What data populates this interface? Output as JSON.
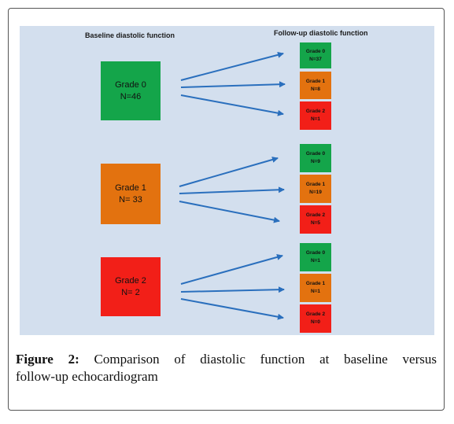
{
  "headers": {
    "baseline": "Baseline diastolic function",
    "followup": "Follow-up diastolic function"
  },
  "baseline": [
    {
      "grade": "Grade 0",
      "n": "N=46",
      "color": "#14a54a"
    },
    {
      "grade": "Grade 1",
      "n": "N= 33",
      "color": "#e3720f"
    },
    {
      "grade": "Grade 2",
      "n": "N= 2",
      "color": "#f21f18"
    }
  ],
  "followup": [
    [
      {
        "grade": "Grade 0",
        "n": "N=37"
      },
      {
        "grade": "Grade 1",
        "n": "N=8"
      },
      {
        "grade": "Grade 2",
        "n": "N=1"
      }
    ],
    [
      {
        "grade": "Grade 0",
        "n": "N=9"
      },
      {
        "grade": "Grade 1",
        "n": "N=19"
      },
      {
        "grade": "Grade 2",
        "n": "N=5"
      }
    ],
    [
      {
        "grade": "Grade 0",
        "n": "N=1"
      },
      {
        "grade": "Grade 1",
        "n": "N=1"
      },
      {
        "grade": "Grade 2",
        "n": "N=0"
      }
    ]
  ],
  "caption": {
    "label": "Figure 2:",
    "line1": "Comparison of diastolic function at baseline versus",
    "line2": "follow-up echocardiogram"
  },
  "colors": {
    "arrow": "#2a6fbd",
    "panel": "#d3dfee"
  }
}
